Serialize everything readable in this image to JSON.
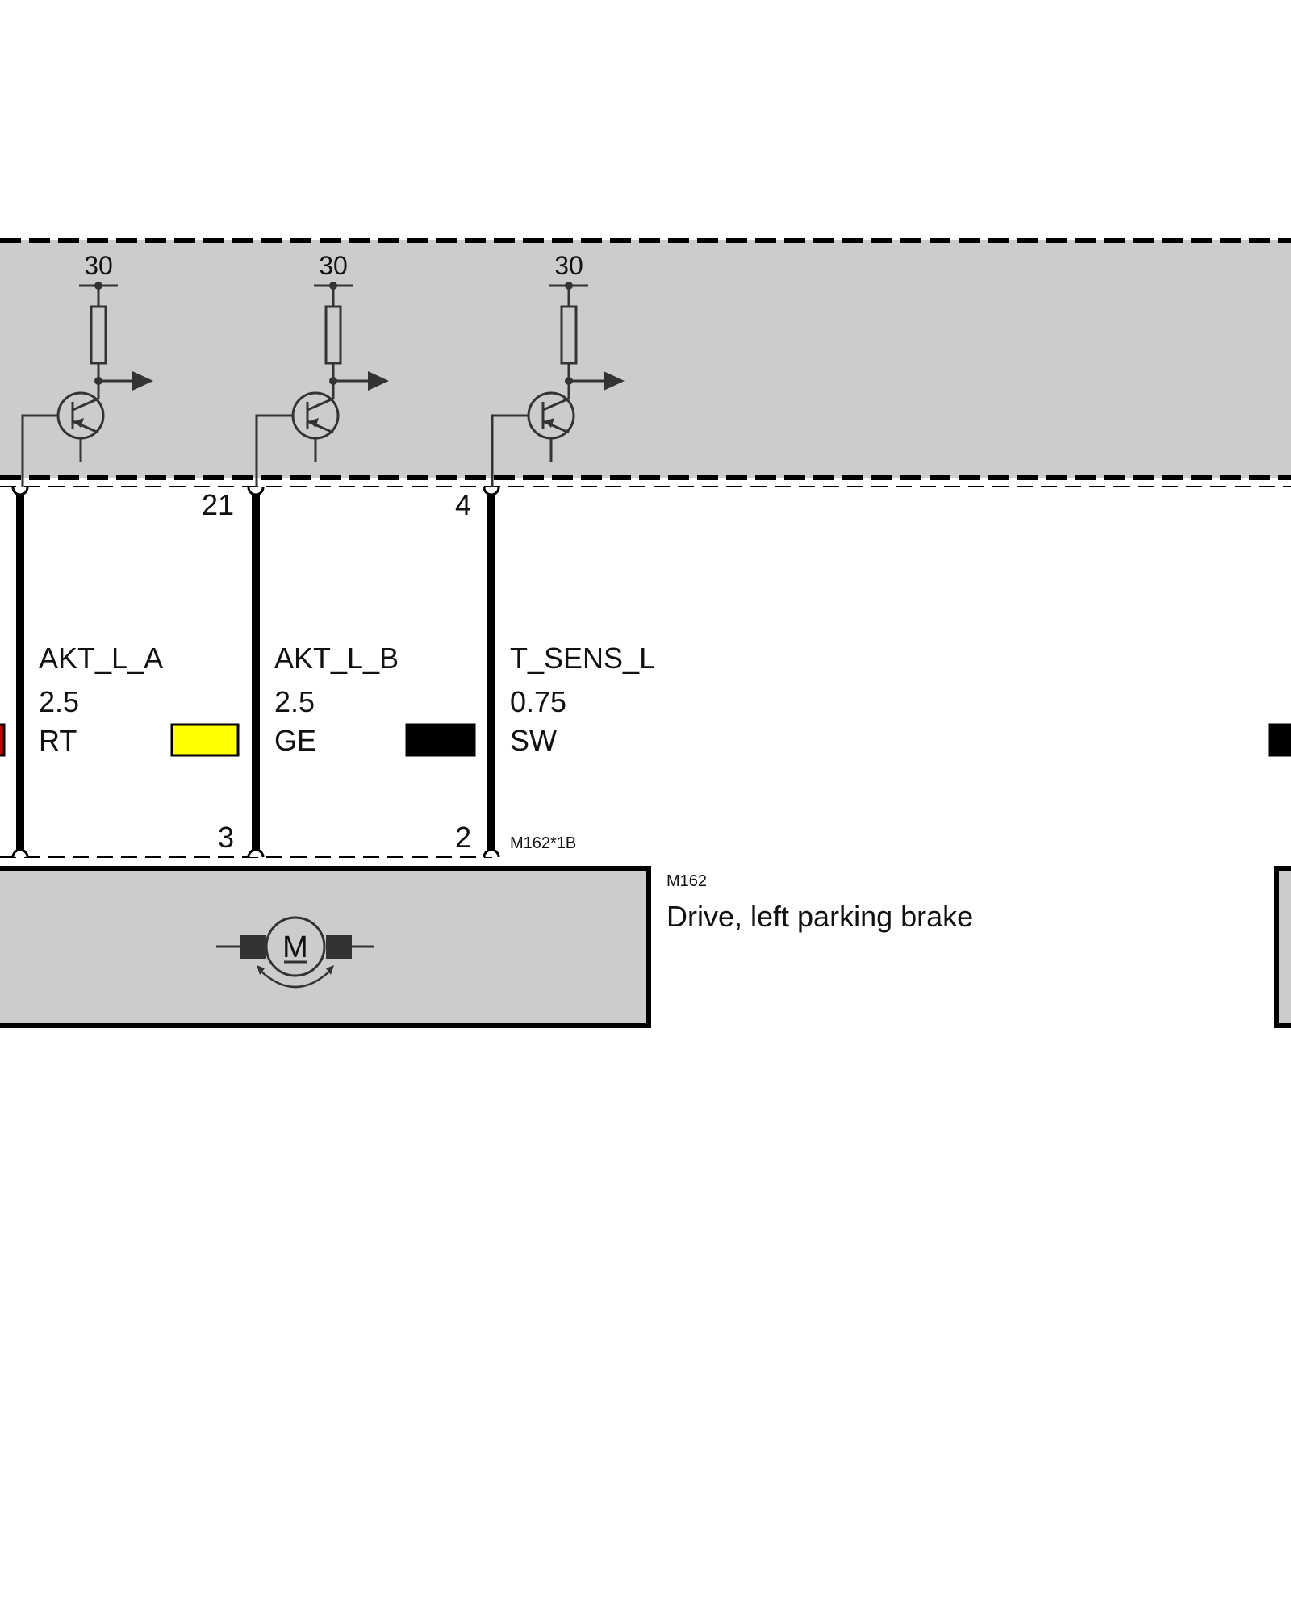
{
  "control_unit": {
    "supply_labels": [
      "30",
      "30",
      "30"
    ]
  },
  "wires": [
    {
      "pin_top": "",
      "signal": "AKT_L_A",
      "gauge": "2.5",
      "color_code": "RT",
      "color_hex": "#cc0000",
      "pin_bottom": "3"
    },
    {
      "pin_top": "21",
      "signal": "AKT_L_B",
      "gauge": "2.5",
      "color_code": "GE",
      "color_hex": "#ffff00",
      "pin_bottom": "2"
    },
    {
      "pin_top": "4",
      "signal": "T_SENS_L",
      "gauge": "0.75",
      "color_code": "SW",
      "color_hex": "#000000",
      "pin_bottom": ""
    }
  ],
  "connector_bottom": "M162*1B",
  "component": {
    "id": "M162",
    "name": "Drive, left parking brake",
    "motor_symbol": "M"
  },
  "colors": {
    "housing_fill": "#cccccc",
    "line": "#000000",
    "symbol_stroke": "#333333"
  },
  "icons": [
    "transistor-icon",
    "resistor-icon",
    "motor-icon"
  ]
}
